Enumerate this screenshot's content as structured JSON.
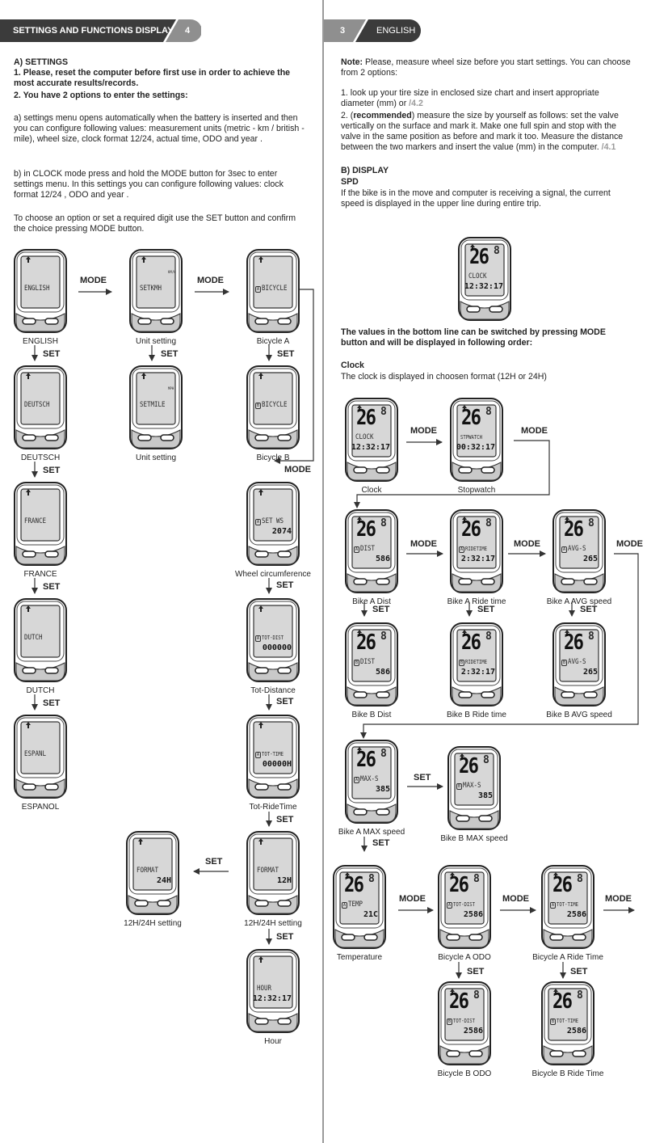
{
  "header_left": {
    "title": "SETTINGS AND FUNCTIONS DISPLAY",
    "page": "4"
  },
  "header_right": {
    "page": "3",
    "lang": "ENGLISH"
  },
  "left": {
    "heading": "A) SETTINGS",
    "point1": "1. Please, reset the computer before first use in order to achieve the most accurate results/records.",
    "point2": "2. You have 2 options to enter the settings:",
    "para_a": "a) settings menu opens automatically when the battery is inserted and then you can configure following values: measurement units (metric - km / british - mile), wheel size, clock format 12/24, actual time, ODO and year .",
    "para_b": "b) in CLOCK mode press and hold the MODE button for 3sec to enter settings menu. In this settings you can configure following values: clock format 12/24 , ODO and year .",
    "para_c": "To choose an option or set a required digit use the SET button and confirm the choice pressing MODE button."
  },
  "right": {
    "note_label": "Note:",
    "note_text": " Please, measure wheel size before you start settings. You can choose from 2 options:",
    "opt1": "1. look up your tire size in enclosed size chart and insert appropriate diameter (mm) or ",
    "opt1_ref": "/4.2",
    "opt2_pre": "2. (",
    "opt2_bold": "recommended",
    "opt2_text": ") measure the size by yourself as follows: set the valve vertically on the surface and mark it. Make one full spin and stop with the valve in the same position as before and mark it too. Measure the distance between the two markers and insert the value (mm) in the computer. ",
    "opt2_ref": "/4.1",
    "display_heading": "B) DISPLAY",
    "spd_heading": "SPD",
    "spd_text": "If the bike is in the move and computer is receiving a signal, the current speed is displayed in the upper line during entire trip.",
    "values_text": "The values in the bottom line can be switched by pressing MODE button and will be displayed in following order:",
    "clock_heading": "Clock",
    "clock_text": "The clock is displayed in choosen format (12H or 24H)"
  },
  "mode_label": "MODE",
  "set_label": "SET",
  "devices": [
    {
      "id": "english",
      "screen": "ENGLISH",
      "caption": "ENGLISH"
    },
    {
      "id": "unit-km",
      "screen": "SETKMH",
      "unit": "KM/H",
      "caption": "Unit setting"
    },
    {
      "id": "bicycle-a",
      "screen": "BICYCLE",
      "badge": "A",
      "caption": "Bicycle A"
    },
    {
      "id": "deutsch",
      "screen": "DEUTSCH",
      "caption": "DEUTSCH"
    },
    {
      "id": "unit-mile",
      "screen": "SETMILE",
      "unit": "MPH",
      "caption": "Unit setting"
    },
    {
      "id": "bicycle-b",
      "screen": "BICYCLE",
      "badge": "B",
      "caption": "Bicycle B"
    },
    {
      "id": "france",
      "screen": "FRANCE",
      "caption": "FRANCE"
    },
    {
      "id": "wheel",
      "screen": "SET WS",
      "value": "2074",
      "badge": "A",
      "caption": "Wheel circumference"
    },
    {
      "id": "dutch",
      "screen": "DUTCH",
      "caption": "DUTCH"
    },
    {
      "id": "tot-dist",
      "screen": "TOT-DIST",
      "value": "000000",
      "badge": "A",
      "caption": "Tot-Distance"
    },
    {
      "id": "espanol",
      "screen": "ESPANL",
      "caption": "ESPANOL"
    },
    {
      "id": "tot-time",
      "screen": "TOT-TIME",
      "value": "00000H",
      "badge": "A",
      "caption": "Tot-RideTime"
    },
    {
      "id": "format-24",
      "screen": "FORMAT",
      "value": "24H",
      "caption": "12H/24H setting"
    },
    {
      "id": "format-12",
      "screen": "FORMAT",
      "value": "12H",
      "caption": "12H/24H setting"
    },
    {
      "id": "hour",
      "screen": "HOUR",
      "value": "12:32:17",
      "caption": "Hour"
    },
    {
      "id": "spd",
      "speed": "26",
      "speed_dec": "8",
      "screen": "CLOCK",
      "value": "12:32:17",
      "caption": ""
    },
    {
      "id": "clock",
      "speed": "26",
      "speed_dec": "8",
      "screen": "CLOCK",
      "value": "12:32:17",
      "caption": "Clock"
    },
    {
      "id": "stopwatch",
      "speed": "26",
      "speed_dec": "8",
      "screen": "STPWATCH",
      "value": "00:32:17",
      "caption": "Stopwatch"
    },
    {
      "id": "a-dist",
      "speed": "26",
      "speed_dec": "8",
      "badge": "A",
      "screen": "DIST",
      "value": "586",
      "caption": "Bike A Dist"
    },
    {
      "id": "a-ridetime",
      "speed": "26",
      "speed_dec": "8",
      "badge": "A",
      "screen": "RIDETIME",
      "value": "2:32:17",
      "caption": "Bike A Ride time"
    },
    {
      "id": "a-avg",
      "speed": "26",
      "speed_dec": "8",
      "badge": "A",
      "screen": "AVG-S",
      "value": "265",
      "caption": "Bike A AVG speed"
    },
    {
      "id": "b-dist",
      "speed": "26",
      "speed_dec": "8",
      "badge": "B",
      "screen": "DIST",
      "value": "586",
      "caption": "Bike B Dist"
    },
    {
      "id": "b-ridetime",
      "speed": "26",
      "speed_dec": "8",
      "badge": "B",
      "screen": "RIDETIME",
      "value": "2:32:17",
      "caption": "Bike B Ride time"
    },
    {
      "id": "b-avg",
      "speed": "26",
      "speed_dec": "8",
      "badge": "B",
      "screen": "AVG-S",
      "value": "265",
      "caption": "Bike B AVG speed"
    },
    {
      "id": "a-max",
      "speed": "26",
      "speed_dec": "8",
      "badge": "A",
      "screen": "MAX-S",
      "value": "385",
      "caption": "Bike A MAX speed"
    },
    {
      "id": "b-max",
      "speed": "26",
      "speed_dec": "8",
      "badge": "B",
      "screen": "MAX-S",
      "value": "385",
      "caption": "Bike B MAX speed"
    },
    {
      "id": "temp",
      "speed": "26",
      "speed_dec": "8",
      "badge": "A",
      "screen": "TEMP",
      "value": "21C",
      "caption": "Temperature"
    },
    {
      "id": "a-odo",
      "speed": "26",
      "speed_dec": "8",
      "badge": "A",
      "screen": "TOT-DIST",
      "value": "2586",
      "caption": "Bicycle A ODO"
    },
    {
      "id": "a-tottime",
      "speed": "26",
      "speed_dec": "8",
      "badge": "A",
      "screen": "TOT-TIME",
      "value": "2586",
      "caption": "Bicycle A Ride Time"
    },
    {
      "id": "b-odo",
      "speed": "26",
      "speed_dec": "8",
      "badge": "B",
      "screen": "TOT-DIST",
      "value": "2586",
      "caption": "Bicycle B ODO"
    },
    {
      "id": "b-tottime",
      "speed": "26",
      "speed_dec": "8",
      "badge": "B",
      "screen": "TOT-TIME",
      "value": "2586",
      "caption": "Bicycle B Ride Time"
    }
  ]
}
